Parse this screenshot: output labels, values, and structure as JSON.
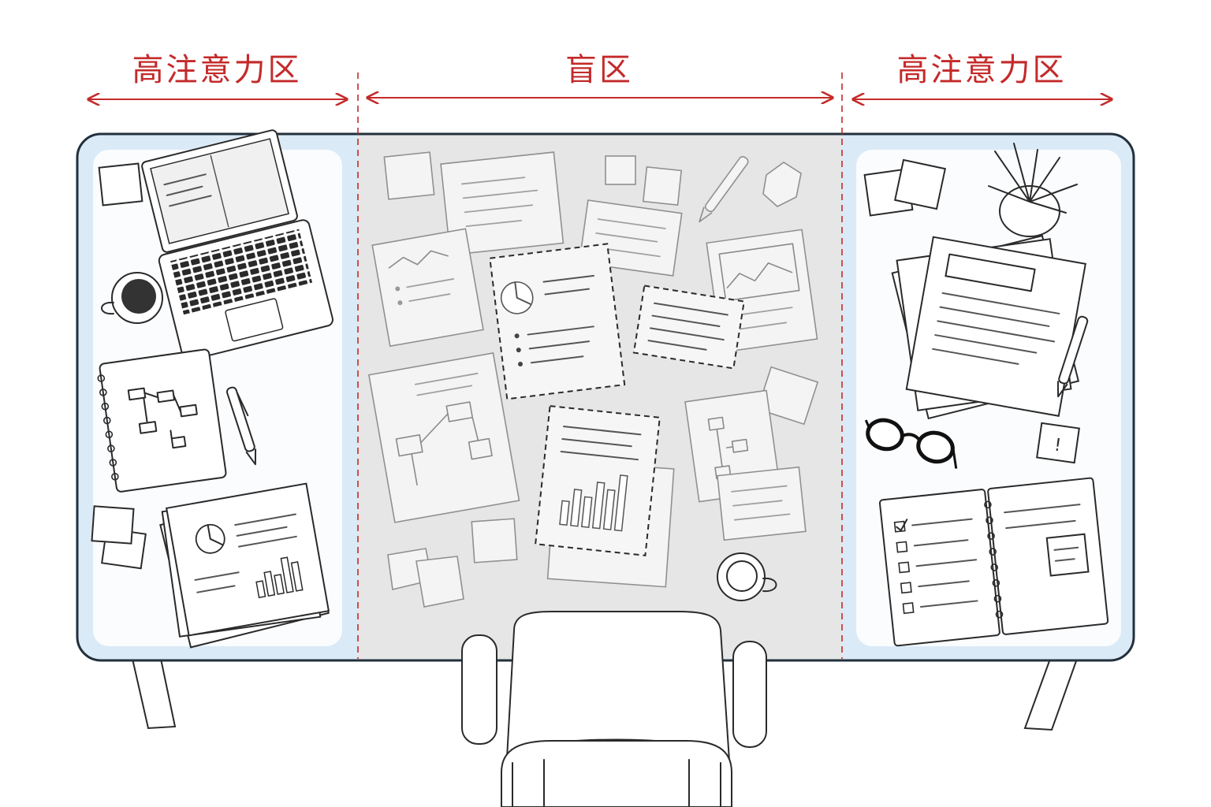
{
  "zones": [
    {
      "label": "高注意力区"
    },
    {
      "label": "盲区"
    },
    {
      "label": "高注意力区"
    }
  ],
  "colors": {
    "annotation_red": "#c42a2a",
    "attention_blue": "#dbeaf7",
    "blind_gray": "#e6e6e6",
    "ink": "#2a2a2a"
  },
  "sticky_note_mark": "!"
}
